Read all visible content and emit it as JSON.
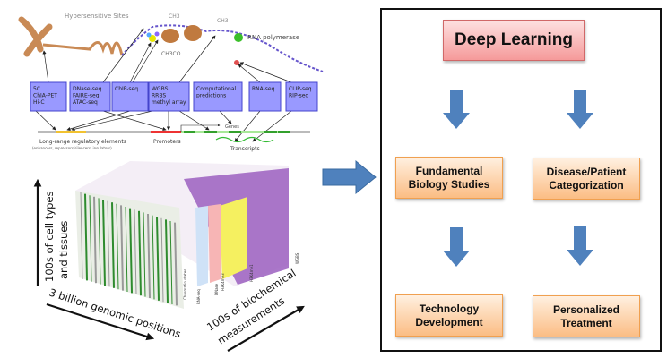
{
  "genomics_figure": {
    "hypersensitive_sites": "Hypersensitive Sites",
    "ch3_a": "CH3",
    "ch3_b": "CH3",
    "ch3co": "CH3CO",
    "rna_polymerase": "RNA polymerase",
    "assays": [
      {
        "label": "5C\nChIA-PET\nHi-C"
      },
      {
        "label": "DNase-seq\nFAIRE-seq\nATAC-seq"
      },
      {
        "label": "ChIP-seq"
      },
      {
        "label": "WGBS\nRRBS\nmethyl array"
      },
      {
        "label": "Computational\npredictions"
      },
      {
        "label": "RNA-seq"
      },
      {
        "label": "CLIP-seq\nRIP-seq"
      }
    ],
    "genes": "Genes",
    "long_range": "Long-range regulatory elements",
    "long_range_sub": "(enhancers, repressors/silencers, insulators)",
    "promoters": "Promoters",
    "transcripts": "Transcripts"
  },
  "data_cube": {
    "y_axis": "100s of cell types\nand tissues",
    "y_axis_line1": "100s of cell types",
    "y_axis_line2": "and tissues",
    "x_axis": "3 billion genomic positions",
    "z_axis_line1": "100s of biochemical",
    "z_axis_line2": "measurements",
    "layer_labels": [
      "Chromatin states",
      "RNA-seq",
      "DNase",
      "H3K4me3",
      "H3K4me1",
      "WGBS"
    ]
  },
  "flow": {
    "top": "Deep Learning",
    "mid_left": "Fundamental\nBiology Studies",
    "mid_right": "Disease/Patient\nCategorization",
    "bottom_left": "Technology\nDevelopment",
    "bottom_right": "Personalized\nTreatment"
  },
  "colors": {
    "arrow": "#4f81bd",
    "assay_box": "#9999ff",
    "top_box": "#f59a9a",
    "outcome_box": "#fbbd84"
  }
}
